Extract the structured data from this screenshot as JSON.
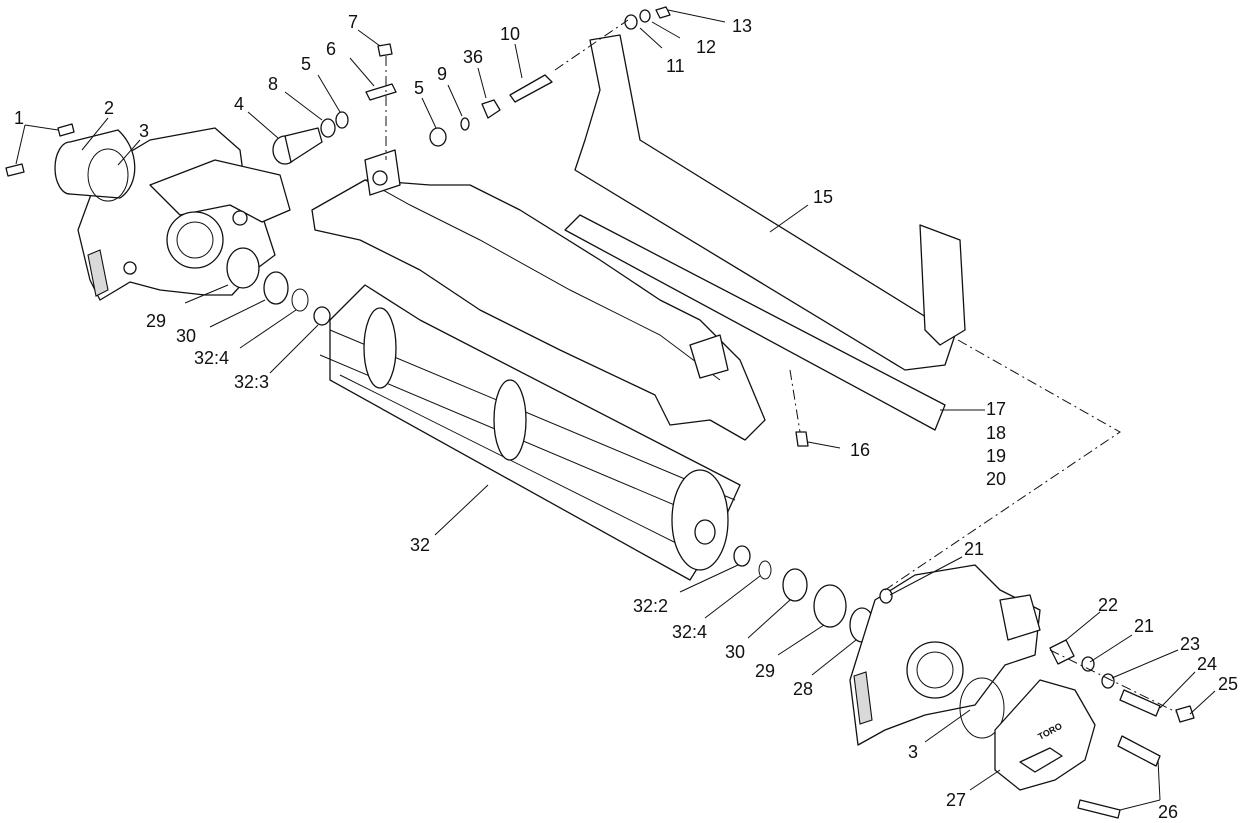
{
  "diagram": {
    "type": "exploded-parts-view",
    "brand_mark": "TORO",
    "callouts": [
      {
        "id": "c1",
        "label": "1"
      },
      {
        "id": "c2",
        "label": "2"
      },
      {
        "id": "c3a",
        "label": "3"
      },
      {
        "id": "c4",
        "label": "4"
      },
      {
        "id": "c5a",
        "label": "5"
      },
      {
        "id": "c5b",
        "label": "5"
      },
      {
        "id": "c6",
        "label": "6"
      },
      {
        "id": "c7",
        "label": "7"
      },
      {
        "id": "c8",
        "label": "8"
      },
      {
        "id": "c9",
        "label": "9"
      },
      {
        "id": "c10",
        "label": "10"
      },
      {
        "id": "c36",
        "label": "36"
      },
      {
        "id": "c11",
        "label": "11"
      },
      {
        "id": "c12",
        "label": "12"
      },
      {
        "id": "c13",
        "label": "13"
      },
      {
        "id": "c15",
        "label": "15"
      },
      {
        "id": "c16",
        "label": "16"
      },
      {
        "id": "c17",
        "label": "17"
      },
      {
        "id": "c18",
        "label": "18"
      },
      {
        "id": "c19",
        "label": "19"
      },
      {
        "id": "c20",
        "label": "20"
      },
      {
        "id": "c29a",
        "label": "29"
      },
      {
        "id": "c30a",
        "label": "30"
      },
      {
        "id": "c324a",
        "label": "32:4"
      },
      {
        "id": "c323",
        "label": "32:3"
      },
      {
        "id": "c32",
        "label": "32"
      },
      {
        "id": "c322",
        "label": "32:2"
      },
      {
        "id": "c324b",
        "label": "32:4"
      },
      {
        "id": "c30b",
        "label": "30"
      },
      {
        "id": "c29b",
        "label": "29"
      },
      {
        "id": "c28",
        "label": "28"
      },
      {
        "id": "c21a",
        "label": "21"
      },
      {
        "id": "c22",
        "label": "22"
      },
      {
        "id": "c21b",
        "label": "21"
      },
      {
        "id": "c23",
        "label": "23"
      },
      {
        "id": "c24",
        "label": "24"
      },
      {
        "id": "c25",
        "label": "25"
      },
      {
        "id": "c3b",
        "label": "3"
      },
      {
        "id": "c27",
        "label": "27"
      },
      {
        "id": "c26",
        "label": "26"
      }
    ]
  }
}
